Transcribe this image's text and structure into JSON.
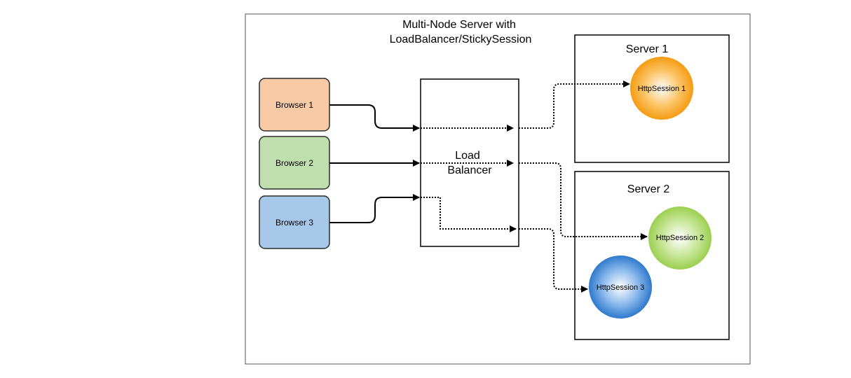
{
  "diagram": {
    "title_line1": "Multi-Node Server with",
    "title_line2": "LoadBalancer/StickySession",
    "browsers": [
      {
        "label": "Browser 1",
        "fill": "#f8cba6",
        "stroke": "#2b2b2b"
      },
      {
        "label": "Browser 2",
        "fill": "#c0dfae",
        "stroke": "#2b2b2b"
      },
      {
        "label": "Browser 3",
        "fill": "#a8c8ea",
        "stroke": "#2b2b2b"
      }
    ],
    "load_balancer": {
      "line1": "Load",
      "line2": "Balancer"
    },
    "servers": [
      {
        "label": "Server 1"
      },
      {
        "label": "Server 2"
      }
    ],
    "sessions": [
      {
        "label": "HttpSession 1",
        "color": "#f7a21b"
      },
      {
        "label": "HttpSession 2",
        "color": "#a3d55a"
      },
      {
        "label": "HttpSession 3",
        "color": "#3c84d2"
      }
    ]
  }
}
